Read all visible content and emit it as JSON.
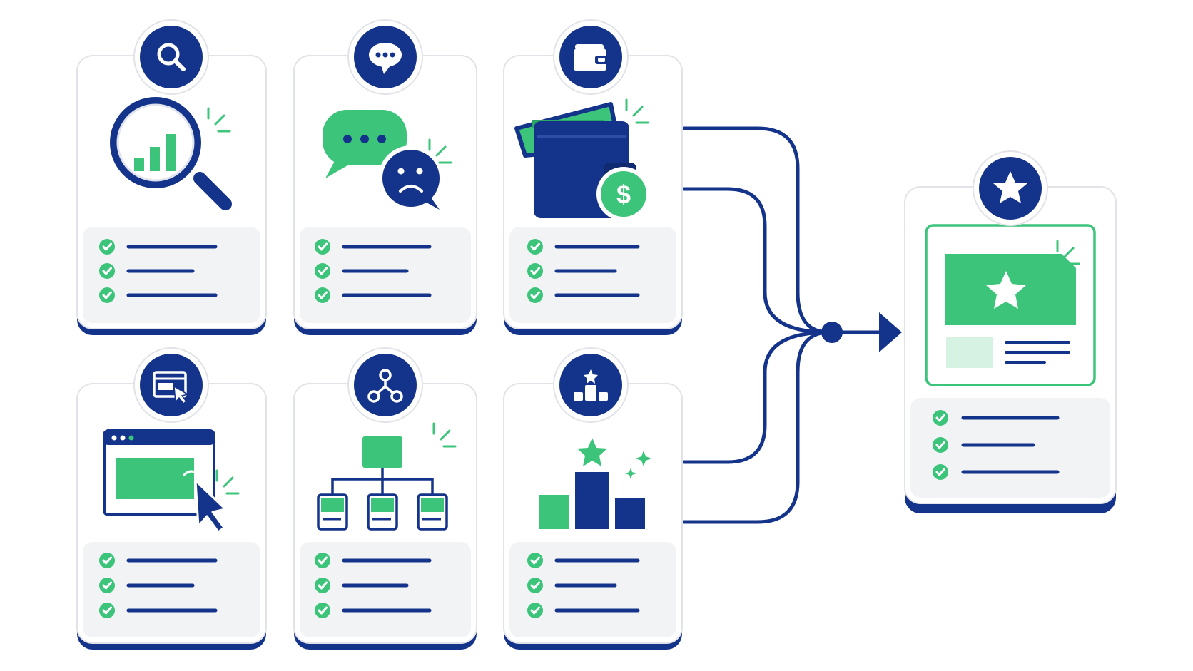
{
  "colors": {
    "navy": "#14338a",
    "green": "#3cc47a",
    "light_green": "#d6f2e3",
    "panel": "#f2f3f5",
    "card_border": "#e1e3e8",
    "white": "#ffffff"
  },
  "cards": [
    {
      "id": "research",
      "badge_icon": "search-icon",
      "illustration": "magnifier-bar-chart",
      "checklist_items": 3
    },
    {
      "id": "feedback",
      "badge_icon": "speech-bubble-icon",
      "illustration": "chat-sad-face",
      "checklist_items": 3
    },
    {
      "id": "budget",
      "badge_icon": "wallet-icon",
      "illustration": "wallet-dollar",
      "checklist_items": 3
    },
    {
      "id": "web-interaction",
      "badge_icon": "browser-cursor-icon",
      "illustration": "browser-click",
      "checklist_items": 3
    },
    {
      "id": "structure",
      "badge_icon": "network-icon",
      "illustration": "org-chart",
      "checklist_items": 3
    },
    {
      "id": "ranking",
      "badge_icon": "podium-star-icon",
      "illustration": "podium-bars-star",
      "checklist_items": 3
    }
  ],
  "result_card": {
    "badge_icon": "star-icon",
    "illustration": "featured-star-card",
    "checklist_items": 3
  },
  "flow": {
    "sources": [
      "budget",
      "ranking"
    ],
    "target": "result_card",
    "direction": "right"
  }
}
